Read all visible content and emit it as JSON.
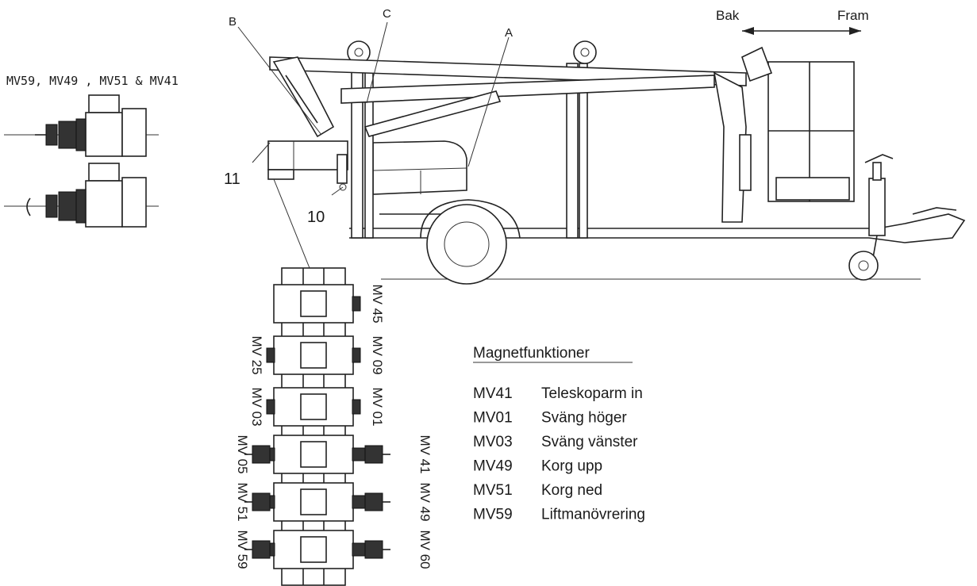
{
  "labels": {
    "B": "B",
    "C": "C",
    "A": "A",
    "11": "11",
    "10": "10",
    "bak": "Bak",
    "fram": "Fram",
    "valve_group": "MV59, MV49 , MV51 & MV41"
  },
  "legend": {
    "title": "Magnetfunktioner",
    "rows": [
      {
        "code": "MV41",
        "desc": "Teleskoparm in"
      },
      {
        "code": "MV01",
        "desc": "Sväng höger"
      },
      {
        "code": "MV03",
        "desc": "Sväng vänster"
      },
      {
        "code": "MV49",
        "desc": "Korg upp"
      },
      {
        "code": "MV51",
        "desc": "Korg ned"
      },
      {
        "code": "MV59",
        "desc": "Liftmanövrering"
      }
    ]
  },
  "valve_block": {
    "rows": [
      {
        "left": "",
        "right": "45"
      },
      {
        "left": "25",
        "right": "09"
      },
      {
        "left": "03",
        "right": "01"
      },
      {
        "left": "05",
        "right": "41"
      },
      {
        "left": "51",
        "right": "49"
      },
      {
        "left": "59",
        "right": "60"
      }
    ],
    "mv_prefix": "MV"
  }
}
